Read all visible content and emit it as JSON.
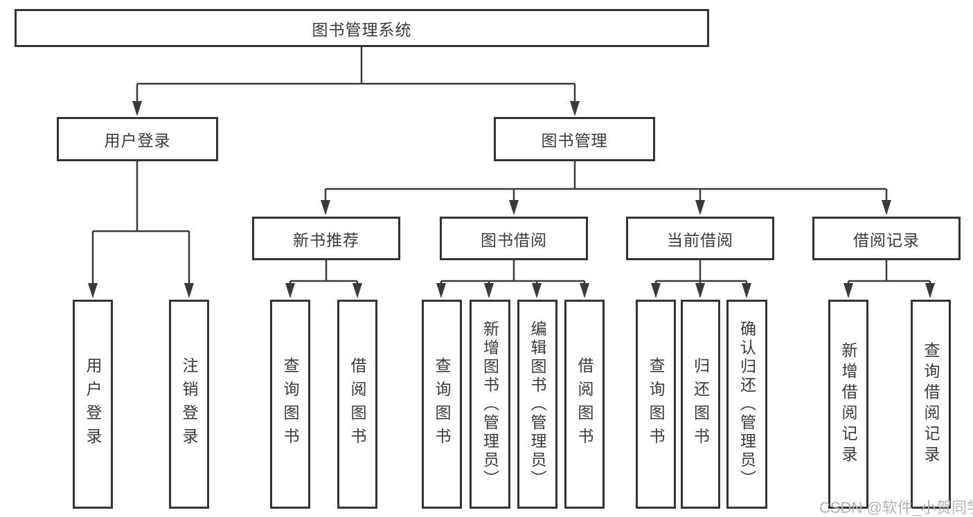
{
  "diagram": {
    "root": "图书管理系统",
    "level2": {
      "user_login": "用户登录",
      "book_management": "图书管理"
    },
    "level3": {
      "new_book_recommend": "新书推荐",
      "book_borrowing": "图书借阅",
      "current_borrowing": "当前借阅",
      "borrowing_records": "借阅记录"
    },
    "leaves": {
      "user_login": "用户登录",
      "logout": "注销登录",
      "nb_query_books": "查询图书",
      "nb_borrow_books": "借阅图书",
      "bb_query_books": "查询图书",
      "bb_add_books_admin": "新增图书（管理员）",
      "bb_edit_books_admin": "编辑图书（管理员）",
      "bb_borrow_books": "借阅图书",
      "cb_query_books": "查询图书",
      "cb_return_books": "归还图书",
      "cb_confirm_return_admin": "确认归还（管理员）",
      "br_add_record": "新增借阅记录",
      "br_query_record": "查询借阅记录"
    }
  },
  "watermark": "CSDN @软件_小贺同学",
  "colors": {
    "line": "#3a3a3a",
    "border": "#333333",
    "text": "#3a3a3a",
    "watermark": "#b3b3b3",
    "background": "#ffffff"
  }
}
